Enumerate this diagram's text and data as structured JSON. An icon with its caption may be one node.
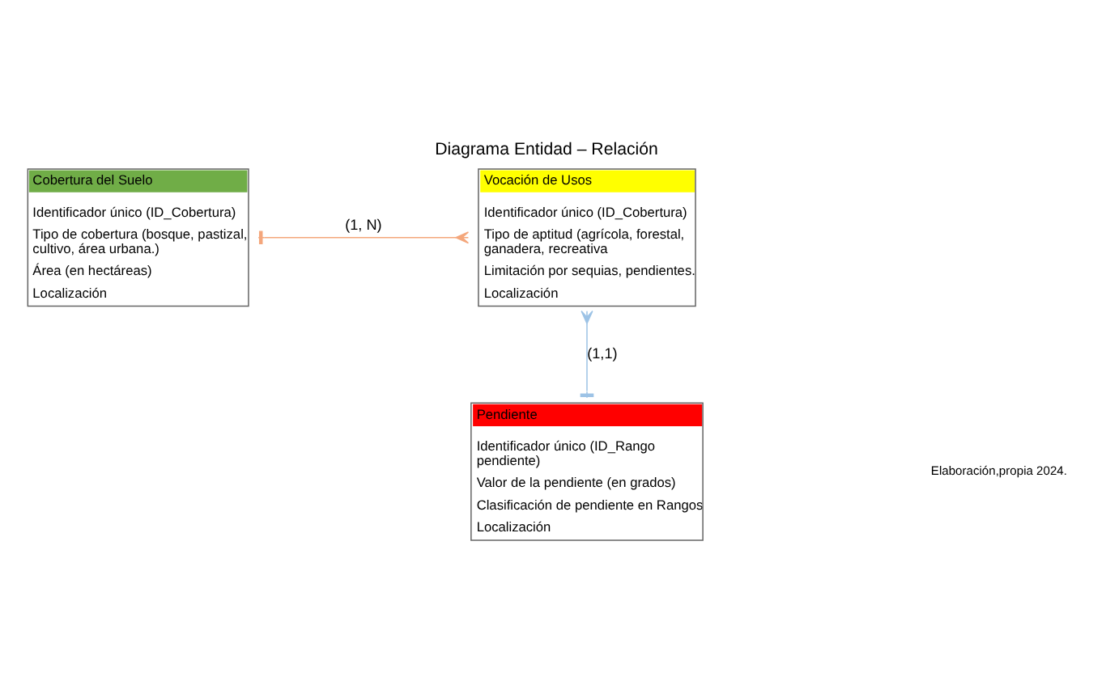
{
  "diagram": {
    "title": "Diagrama Entidad – Relación",
    "nodes": [
      {
        "text": [
          "Cobertura del Suelo",
          "Identificador único (ID_Cobertura)",
          "Tipo de cobertura (bosque, pastizal, cultivo, área urbana.)",
          "Área (en hectáreas)",
          "Localización"
        ]
      },
      {
        "text": [
          "Vocación de Usos",
          "Identificador único (ID_Cobertura)",
          "Tipo de aptitud (agrícola, forestal, ganadera, recreativa",
          "Limitación por sequias, pendientes.",
          "Localización"
        ]
      },
      {
        "text": [
          "Pendiente",
          "Identificador único (ID_Rango pendiente)",
          "Valor de la pendiente (en grados)",
          "Clasificación de pendiente en Rangos",
          "Localización"
        ]
      }
    ],
    "edges": [
      {
        "from": 0,
        "to": 1,
        "arrow": "other",
        "label": "(1, N)",
        "color": "#f4a77c"
      },
      {
        "from": 1,
        "to": 2,
        "arrow": "other",
        "label": "(1,1)",
        "color": "#9dc3e6"
      }
    ],
    "labels": [
      "Elaboración,propia 2024."
    ]
  }
}
